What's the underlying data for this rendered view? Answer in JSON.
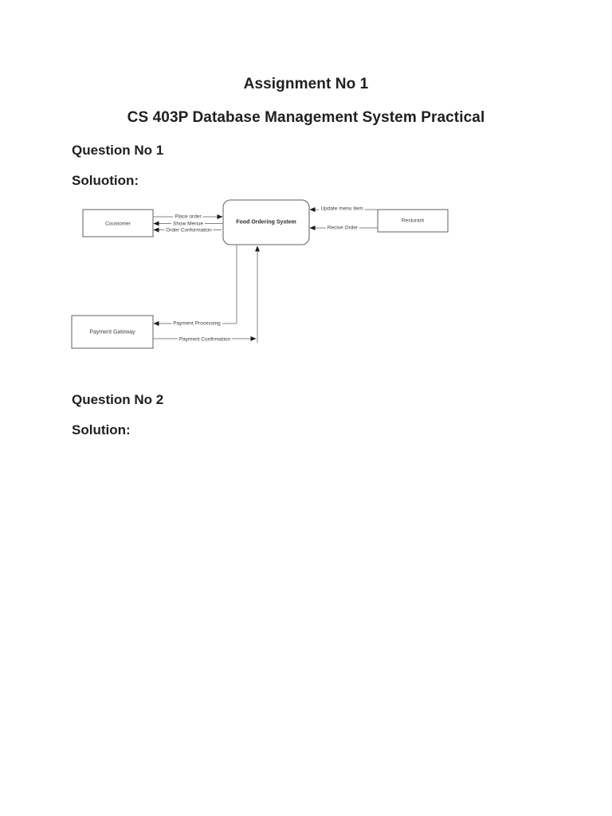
{
  "document": {
    "title": "Assignment No 1",
    "subtitle": "CS 403P Database Management System Practical",
    "sections": [
      {
        "heading": "Question No 1",
        "solution_label": "Soluotion:"
      },
      {
        "heading": "Question No 2",
        "solution_label": "Solution:"
      }
    ]
  },
  "diagram": {
    "type": "data-flow-diagram",
    "entities": [
      {
        "id": "customer",
        "label": "Coustomer",
        "shape": "rectangle"
      },
      {
        "id": "food-ordering-system",
        "label": "Food Ordering System",
        "shape": "rounded-rectangle"
      },
      {
        "id": "restaurant",
        "label": "Resturant",
        "shape": "rectangle"
      },
      {
        "id": "payment-gateway",
        "label": "Payment Gateway",
        "shape": "rectangle"
      }
    ],
    "flows": [
      {
        "label": "Place order",
        "from": "customer",
        "to": "food-ordering-system"
      },
      {
        "label": "Show Menue",
        "from": "food-ordering-system",
        "to": "customer"
      },
      {
        "label": "Order Conformation",
        "from": "food-ordering-system",
        "to": "customer"
      },
      {
        "label": "Update menu item",
        "from": "restaurant",
        "to": "food-ordering-system"
      },
      {
        "label": "Recive Order",
        "from": "restaurant",
        "to": "food-ordering-system"
      },
      {
        "label": "Payment Processing",
        "from": "food-ordering-system",
        "to": "payment-gateway"
      },
      {
        "label": "Payment Confirmation",
        "from": "payment-gateway",
        "to": "food-ordering-system"
      }
    ],
    "colors": {
      "line": "#858585",
      "arrowhead": "#1a1a1a",
      "box_border": "#5f5f5f",
      "text": "#3d3d3d"
    }
  }
}
